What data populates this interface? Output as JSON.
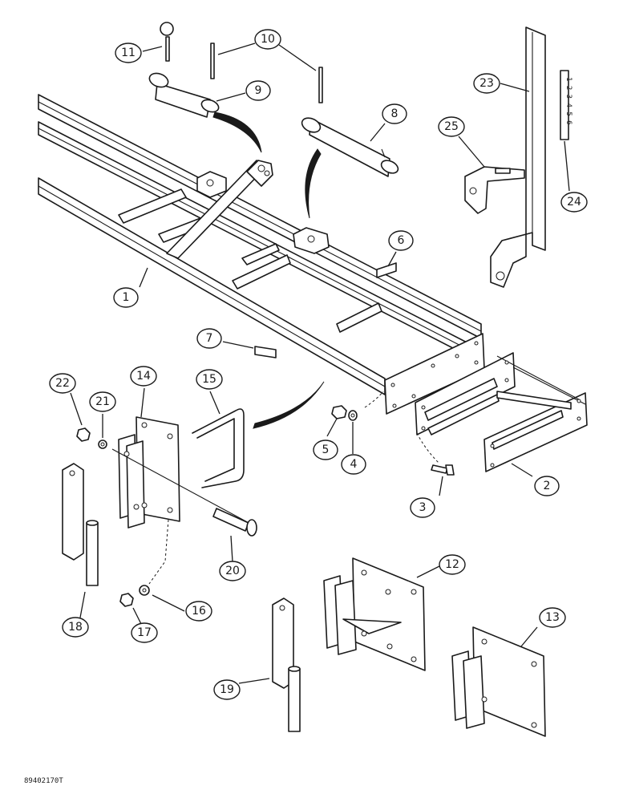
{
  "figure_code": "89402170T",
  "decal_24_text": "1 2 3 4 5 6",
  "callouts": [
    {
      "id": "callout-1",
      "label": "1"
    },
    {
      "id": "callout-2",
      "label": "2"
    },
    {
      "id": "callout-3",
      "label": "3"
    },
    {
      "id": "callout-4",
      "label": "4"
    },
    {
      "id": "callout-5",
      "label": "5"
    },
    {
      "id": "callout-6",
      "label": "6"
    },
    {
      "id": "callout-7",
      "label": "7"
    },
    {
      "id": "callout-8",
      "label": "8"
    },
    {
      "id": "callout-9",
      "label": "9"
    },
    {
      "id": "callout-10",
      "label": "10"
    },
    {
      "id": "callout-11",
      "label": "11"
    },
    {
      "id": "callout-12",
      "label": "12"
    },
    {
      "id": "callout-13",
      "label": "13"
    },
    {
      "id": "callout-14",
      "label": "14"
    },
    {
      "id": "callout-15",
      "label": "15"
    },
    {
      "id": "callout-16",
      "label": "16"
    },
    {
      "id": "callout-17",
      "label": "17"
    },
    {
      "id": "callout-18",
      "label": "18"
    },
    {
      "id": "callout-19",
      "label": "19"
    },
    {
      "id": "callout-20",
      "label": "20"
    },
    {
      "id": "callout-21",
      "label": "21"
    },
    {
      "id": "callout-22",
      "label": "22"
    },
    {
      "id": "callout-23",
      "label": "23"
    },
    {
      "id": "callout-24",
      "label": "24"
    },
    {
      "id": "callout-25",
      "label": "25"
    }
  ]
}
